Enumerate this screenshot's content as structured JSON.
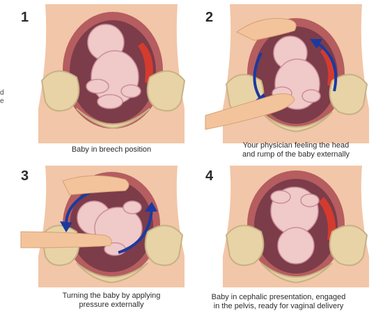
{
  "panels": [
    {
      "number": "1",
      "caption": [
        "Baby in breech position"
      ]
    },
    {
      "number": "2",
      "caption": [
        "Your physician feeling the head",
        "and rump of the baby externally"
      ]
    },
    {
      "number": "3",
      "caption": [
        "Turning the baby by applying",
        "pressure externally"
      ]
    },
    {
      "number": "4",
      "caption": [
        "Baby in cephalic presentation, engaged",
        "in the pelvis, ready for vaginal delivery"
      ]
    }
  ],
  "margin_fragments": [
    "d",
    "e"
  ],
  "colors": {
    "skin": "#f2c6a8",
    "uterus": "#b55d5f",
    "uterus_inner": "#7c3c4a",
    "pelvis": "#e7d3a6",
    "pelvis_shadow": "#c8b184",
    "baby": "#f0c9c9",
    "baby_outline": "#c98f99",
    "hand": "#f3c49b",
    "arrow": "#1b3aa0",
    "placenta": "#d43b2e"
  }
}
